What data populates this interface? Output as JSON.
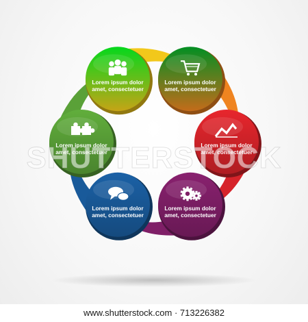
{
  "colors": {
    "yellow": "#f2c81b",
    "orange": "#ef8420",
    "red": "#d6232a",
    "purple": "#7f1f67",
    "blue": "#195a9a",
    "green": "#5aa138"
  },
  "nodes": [
    {
      "color": "#f2c81b",
      "icon": "people-group-icon",
      "line1": "Lorem ipsum dolor",
      "line2": "amet, consectetuer"
    },
    {
      "color": "#ef8420",
      "icon": "shopping-cart-icon",
      "line1": "Lorem ipsum dolor",
      "line2": "amet, consectetuer"
    },
    {
      "color": "#d6232a",
      "icon": "line-chart-icon",
      "line1": "Lorem ipsum dolor",
      "line2": "amet, consectetuer"
    },
    {
      "color": "#7f1f67",
      "icon": "gears-icon",
      "line1": "Lorem ipsum dolor",
      "line2": "amet, consectetuer"
    },
    {
      "color": "#195a9a",
      "icon": "chat-bubbles-icon",
      "line1": "Lorem ipsum dolor",
      "line2": "amet, consectetuer"
    },
    {
      "color": "#5aa138",
      "icon": "puzzle-icon",
      "line1": "Lorem ipsum dolor",
      "line2": "amet, consectetuer"
    }
  ],
  "watermark": "SHUTTERSTOCK",
  "footer": "www.shutterstock.com · 713226382"
}
